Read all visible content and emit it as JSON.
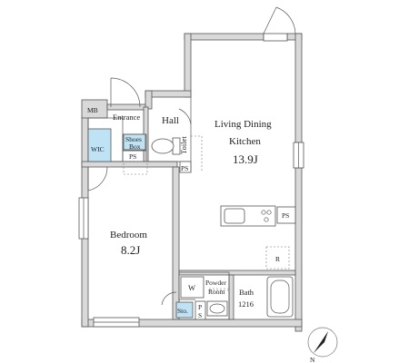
{
  "plan": {
    "rooms": {
      "living": {
        "line1": "Living Dining",
        "line2": "Kitchen",
        "size": "13.9J"
      },
      "bedroom": {
        "name": "Bedroom",
        "size": "8.2J"
      },
      "entrance": "Entrance",
      "hall": "Hall",
      "toilet": "Toilet",
      "bath": {
        "name": "Bath",
        "size": "1216"
      },
      "powder": {
        "line1": "Powder",
        "line2": "Room"
      }
    },
    "fixtures": {
      "mb": "MB",
      "wic": "WIC",
      "shoes_line1": "Shoes",
      "shoes_line2": "Box",
      "ps_left": "PS",
      "ps_hall": "PS",
      "ps_kitchen": "PS",
      "ps_v_1": "P",
      "ps_v_2": "S",
      "refrigerator": "R",
      "washer": "W",
      "storage": "Sto."
    },
    "compass": "N"
  }
}
